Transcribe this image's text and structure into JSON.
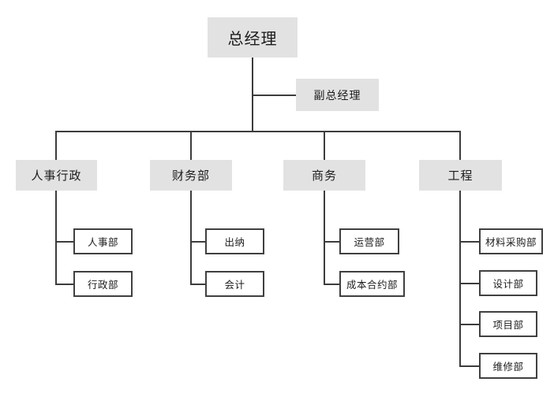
{
  "colors": {
    "page_bg": "#ffffff",
    "node_fill": "#e2e2e2",
    "line": "#3c3c3c",
    "leaf_border": "#404040",
    "text": "#1c1c1c"
  },
  "org_chart": {
    "root": {
      "label": "总经理"
    },
    "assistant": {
      "label": "副总经理"
    },
    "departments": [
      {
        "label": "人事行政",
        "children": [
          {
            "label": "人事部"
          },
          {
            "label": "行政部"
          }
        ]
      },
      {
        "label": "财务部",
        "children": [
          {
            "label": "出纳"
          },
          {
            "label": "会计"
          }
        ]
      },
      {
        "label": "商务",
        "children": [
          {
            "label": "运营部"
          },
          {
            "label": "成本合约部"
          }
        ]
      },
      {
        "label": "工程",
        "children": [
          {
            "label": "材料采购部"
          },
          {
            "label": "设计部"
          },
          {
            "label": "项目部"
          },
          {
            "label": "维修部"
          }
        ]
      }
    ]
  }
}
